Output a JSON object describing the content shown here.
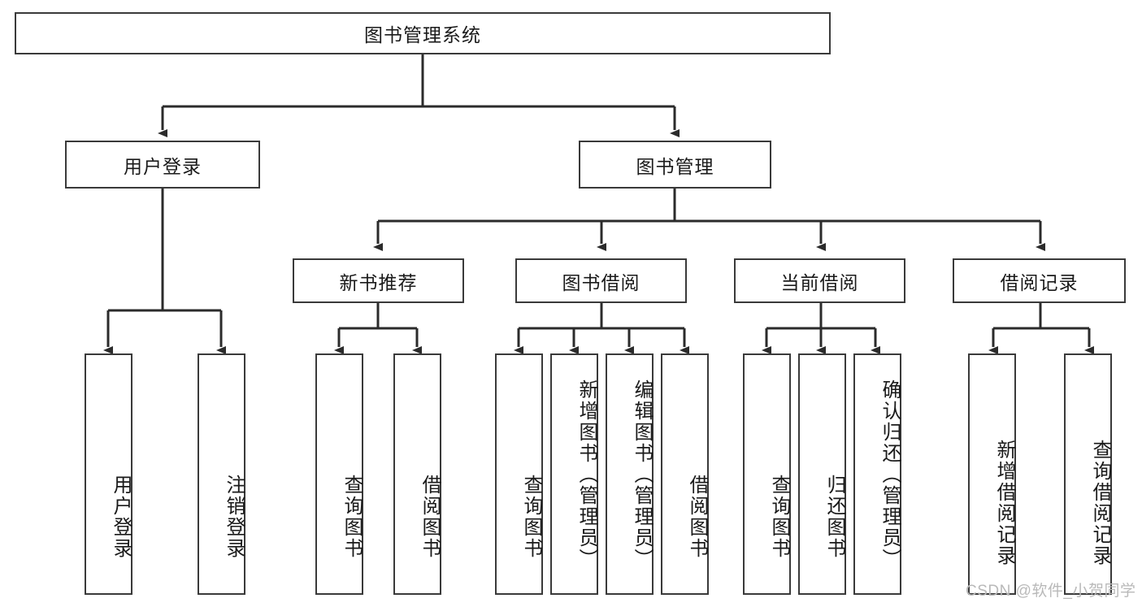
{
  "diagram": {
    "title": "图书管理系统",
    "type": "tree",
    "root": {
      "id": "root",
      "label": "图书管理系统",
      "orientation": "horizontal"
    },
    "level2": [
      {
        "id": "user-login",
        "label": "用户登录",
        "orientation": "horizontal"
      },
      {
        "id": "book-management",
        "label": "图书管理",
        "orientation": "horizontal"
      }
    ],
    "level3": [
      {
        "id": "new-book-recommend",
        "label": "新书推荐",
        "orientation": "horizontal",
        "parent": "book-management"
      },
      {
        "id": "book-borrow",
        "label": "图书借阅",
        "orientation": "horizontal",
        "parent": "book-management"
      },
      {
        "id": "current-borrow",
        "label": "当前借阅",
        "orientation": "horizontal",
        "parent": "book-management"
      },
      {
        "id": "borrow-record",
        "label": "借阅记录",
        "orientation": "horizontal",
        "parent": "book-management"
      }
    ],
    "leaves": [
      {
        "id": "leaf-user-login",
        "label": "用户登录",
        "orientation": "vertical",
        "parent": "user-login"
      },
      {
        "id": "leaf-logout",
        "label": "注销登录",
        "orientation": "vertical",
        "parent": "user-login"
      },
      {
        "id": "leaf-query-book-1",
        "label": "查询图书",
        "orientation": "vertical",
        "parent": "new-book-recommend"
      },
      {
        "id": "leaf-borrow-book-1",
        "label": "借阅图书",
        "orientation": "vertical",
        "parent": "new-book-recommend"
      },
      {
        "id": "leaf-query-book-2",
        "label": "查询图书",
        "orientation": "vertical",
        "parent": "book-borrow"
      },
      {
        "id": "leaf-add-book",
        "label": "新增图书（管理员）",
        "orientation": "vertical",
        "parent": "book-borrow"
      },
      {
        "id": "leaf-edit-book",
        "label": "编辑图书（管理员）",
        "orientation": "vertical",
        "parent": "book-borrow"
      },
      {
        "id": "leaf-borrow-book-2",
        "label": "借阅图书",
        "orientation": "vertical",
        "parent": "book-borrow"
      },
      {
        "id": "leaf-query-book-3",
        "label": "查询图书",
        "orientation": "vertical",
        "parent": "current-borrow"
      },
      {
        "id": "leaf-return-book",
        "label": "归还图书",
        "orientation": "vertical",
        "parent": "current-borrow"
      },
      {
        "id": "leaf-confirm-return",
        "label": "确认归还（管理员）",
        "orientation": "vertical",
        "parent": "current-borrow"
      },
      {
        "id": "leaf-add-record",
        "label": "新增借阅记录",
        "orientation": "vertical",
        "parent": "borrow-record"
      },
      {
        "id": "leaf-query-record",
        "label": "查询借阅记录",
        "orientation": "vertical",
        "parent": "borrow-record"
      }
    ],
    "colors": {
      "background": "#ffffff",
      "box_border": "#3a3a3a",
      "box_fill": "#ffffff",
      "edge": "#2b2b2b",
      "text": "#1a1a1a",
      "watermark": "#b9b9b9"
    }
  },
  "watermark": {
    "text": "CSDN @软件_小贺同学"
  }
}
